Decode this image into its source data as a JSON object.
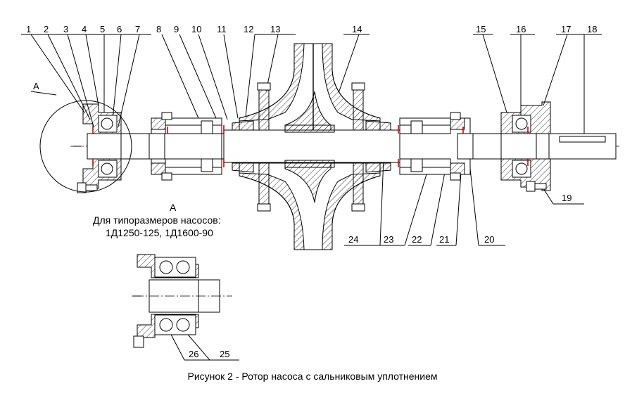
{
  "drawing": {
    "labels_top": [
      "1",
      "2",
      "3",
      "4",
      "5",
      "6",
      "7",
      "8",
      "9",
      "10",
      "11",
      "12",
      "13",
      "14",
      "15",
      "16",
      "17",
      "18"
    ],
    "labels_bottom": [
      "24",
      "23",
      "22",
      "21",
      "20"
    ],
    "label_19": "19",
    "detail_labels": [
      "26",
      "25"
    ],
    "callout_letter": "А",
    "detail_title": "А",
    "detail_caption_line1": "Для типоразмеров насосов:",
    "detail_caption_line2": "1Д1250-125, 1Д1600-90",
    "figure_caption": "Рисунок 2 - Ротор насоса с сальниковым уплотнением"
  }
}
